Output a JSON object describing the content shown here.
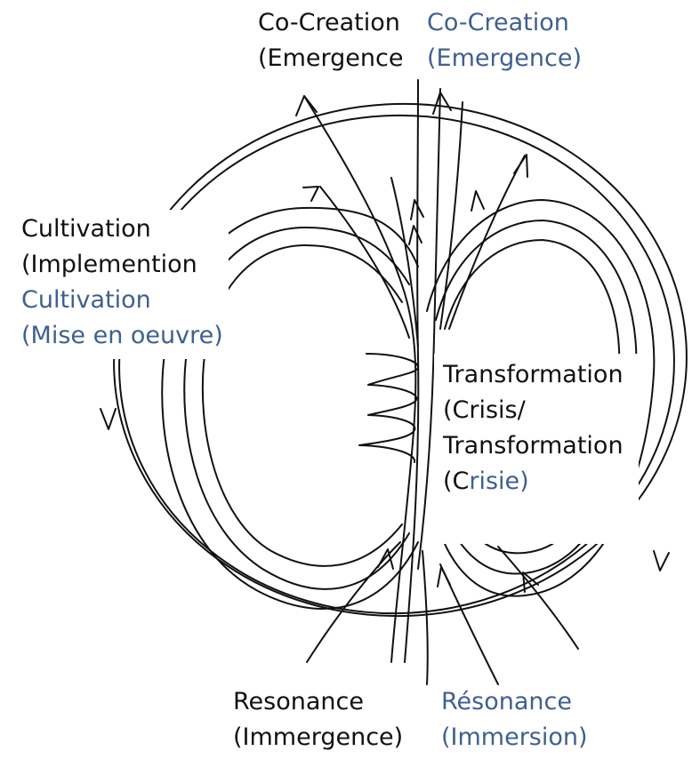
{
  "colors": {
    "ink": "#111111",
    "translation": "#3f6090",
    "background": "#ffffff"
  },
  "labels": {
    "top_left": {
      "line1": "Co-Creation",
      "line2": "(Emergence"
    },
    "top_right": {
      "line1": "Co-Creation",
      "line2": "(Emergence)"
    },
    "left_black": {
      "line1": "Cultivation",
      "line2": "(Implemention"
    },
    "left_blue": {
      "line1": "Cultivation",
      "line2": "(Mise en oeuvre)"
    },
    "right": {
      "line1": "Transformation",
      "line2": "(Crisis/",
      "line3": "Transformation",
      "line4_prefix": "(C",
      "line4_rest": "risie)"
    },
    "bottom_left": {
      "line1": "Resonance",
      "line2": "(Immergence)"
    },
    "bottom_right": {
      "line1": "Résonance",
      "line2": "(Immersion)"
    }
  }
}
